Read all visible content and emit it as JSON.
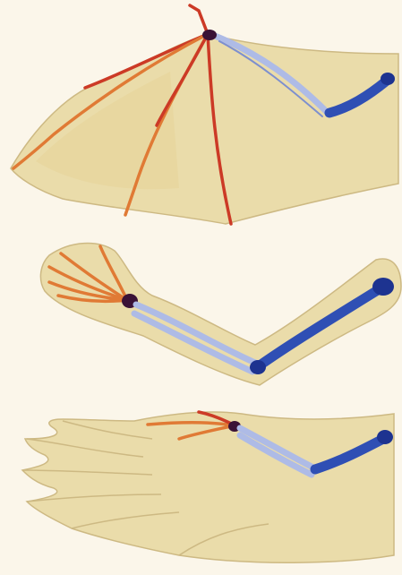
{
  "colors": {
    "paper": "#fbf6ea",
    "skin": "#eadcaa",
    "skin_edge": "#cdb983",
    "wing_wash": "#e6cf8f",
    "feather": "#f2e8c6",
    "humerus": "#2f4fb4",
    "humerus_dark": "#1d3390",
    "radius_ulna": "#aebbe6",
    "radius_ulna_edge": "#7d8fcf",
    "carpals": "#3a1236",
    "digits": "#cc3a26",
    "digits_tip": "#e07a35"
  },
  "panels": [
    {
      "label": "",
      "icon": "bat-wing-illustration"
    },
    {
      "label": "",
      "icon": "human-arm-illustration"
    },
    {
      "label": "",
      "icon": "bird-wing-illustration"
    }
  ]
}
